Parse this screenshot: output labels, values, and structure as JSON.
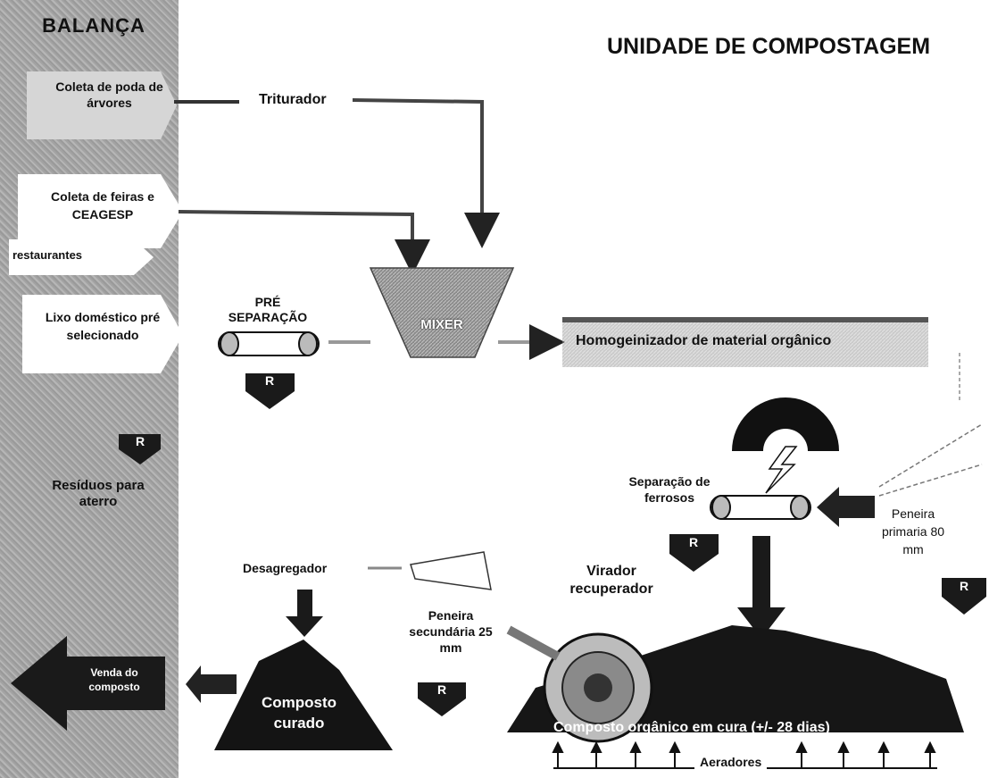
{
  "title": "UNIDADE DE COMPOSTAGEM",
  "left_panel": {
    "heading": "BALANÇA",
    "sources": [
      "Coleta de poda de árvores",
      "Coleta de feiras e CEAGESP",
      "restaurantes",
      "Lixo doméstico pré selecionado"
    ],
    "reject_badge": "R",
    "reject_label": "Resíduos para aterro"
  },
  "nodes": {
    "triturador": "Triturador",
    "pre_separacao": "PRÉ SEPARAÇÃO",
    "mixer": "MIXER",
    "homogeneizador": "Homogeinizador de material orgânico",
    "separacao_ferrosos": "Separação de ferrosos",
    "peneira_primaria": "Peneira primaria 80 mm",
    "virador": "Virador recuperador",
    "desagregador": "Desagregador",
    "peneira_secundaria": "Peneira secundária 25 mm",
    "composto_curado": "Composto curado",
    "composto_cura": "Composto orgânico em cura (+/- 28 dias)",
    "aeradores": "Aeradores",
    "venda": "Venda do composto"
  },
  "reject_badge": "R",
  "colors": {
    "ink": "#111111",
    "gray": "#9a9a9a",
    "dark": "#1a1a1a",
    "pile": "#141414"
  }
}
